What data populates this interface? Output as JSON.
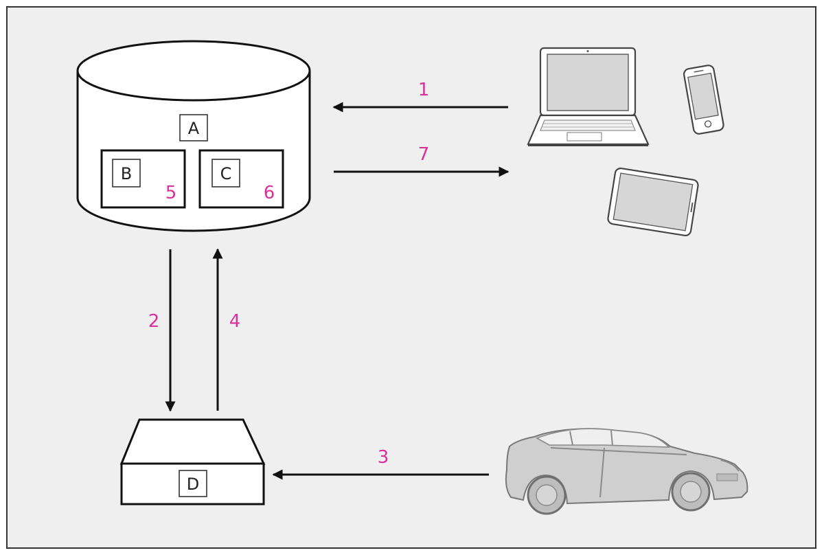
{
  "colors": {
    "background": "#efefef",
    "frame": "#333333",
    "step_number": "#d9309a",
    "arrow": "#111111",
    "car_body": "#cfcfcf"
  },
  "nodes": {
    "server": {
      "label": "A"
    },
    "storage_b": {
      "label": "B",
      "step": "5"
    },
    "storage_c": {
      "label": "C",
      "step": "6"
    },
    "device_d": {
      "label": "D"
    }
  },
  "arrows": [
    {
      "id": "1",
      "from": "user-devices",
      "to": "server"
    },
    {
      "id": "7",
      "from": "server",
      "to": "user-devices"
    },
    {
      "id": "2",
      "from": "server",
      "to": "device_d"
    },
    {
      "id": "4",
      "from": "device_d",
      "to": "server"
    },
    {
      "id": "3",
      "from": "vehicle",
      "to": "device_d"
    }
  ],
  "icons": [
    "laptop-icon",
    "smartphone-icon",
    "tablet-icon",
    "vehicle-icon"
  ]
}
